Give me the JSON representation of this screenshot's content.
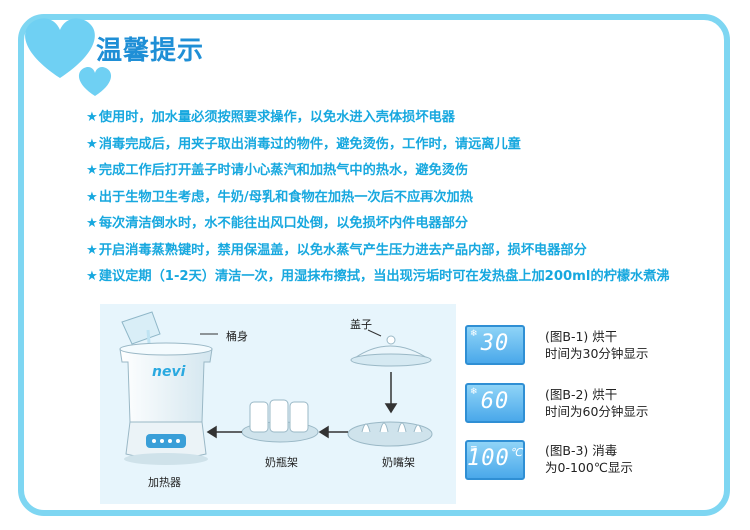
{
  "title": "温馨提示",
  "tips": [
    "使用时，加水量必须按照要求操作，以免水进入壳体损坏电器",
    "消毒完成后，用夹子取出消毒过的物件，避免烫伤，工作时，请远离儿童",
    "完成工作后打开盖子时请小心蒸汽和加热气中的热水，避免烫伤",
    "出于生物卫生考虑，牛奶/母乳和食物在加热一次后不应再次加热",
    "每次清洁倒水时，水不能往出风口处倒，以免损坏内件电器部分",
    "开启消毒蒸熟键时，禁用保温盖，以免水蒸气产生压力进去产品内部，损坏电器部分",
    "建议定期（1-2天）清洁一次，用湿抹布擦拭，当出现污垢时可在发热盘上加200ml的柠檬水煮沸"
  ],
  "star": "★",
  "illustration": {
    "brand": "nevi",
    "labels": {
      "body": "桶身",
      "lid": "盖子",
      "heater": "加热器",
      "bottle_rack": "奶瓶架",
      "nipple_rack": "奶嘴架"
    }
  },
  "displays": [
    {
      "value": "30",
      "unit": "",
      "caption_line1": "(图B-1) 烘干",
      "caption_line2": "时间为30分钟显示"
    },
    {
      "value": "60",
      "unit": "",
      "caption_line1": "(图B-2) 烘干",
      "caption_line2": "时间为60分钟显示"
    },
    {
      "value": "100",
      "unit": "℃",
      "caption_line1": "(图B-3) 消毒",
      "caption_line2": "为0-100℃显示"
    }
  ],
  "colors": {
    "frame": "#7ed6f2",
    "title": "#1f8fd6",
    "tip_text": "#17a8df",
    "illus_bg": "#e7f5fc"
  }
}
